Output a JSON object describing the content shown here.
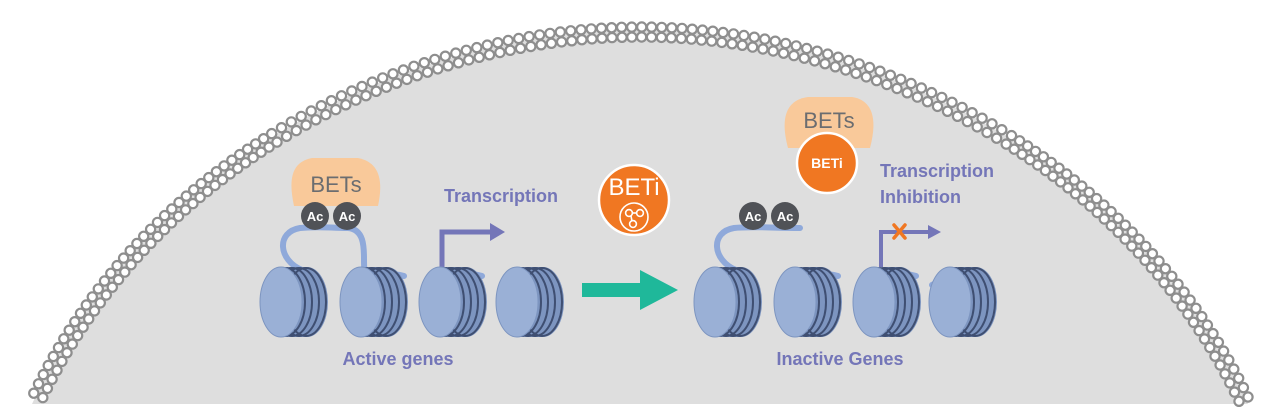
{
  "labels": {
    "active_genes": "Active genes",
    "inactive_genes": "Inactive Genes",
    "transcription": "Transcription",
    "transcription_inhibition_line1": "Transcription",
    "transcription_inhibition_line2": "Inhibition",
    "bets_left": "BETs",
    "bets_right": "BETs",
    "beti_center": "BETi",
    "beti_bound": "BETi",
    "ac": "Ac"
  },
  "colors": {
    "nucleus_fill": "#dedede",
    "membrane_bead": "#8e8e8e",
    "nucleosome_face": "#9ab0d6",
    "nucleosome_body": "#7d95c0",
    "nucleosome_stripe": "#3f4f72",
    "dna_linker": "#8fa9da",
    "bets_protein": "#f9c99a",
    "ac_marker": "#505257",
    "beti_orange": "#f07722",
    "transcription_arrow": "#7476b8",
    "inhibition_x": "#f07722",
    "process_arrow": "#1fb89a"
  },
  "icons": [
    "beti-molecule-icon",
    "inhibition-x-icon",
    "process-arrow-icon"
  ]
}
